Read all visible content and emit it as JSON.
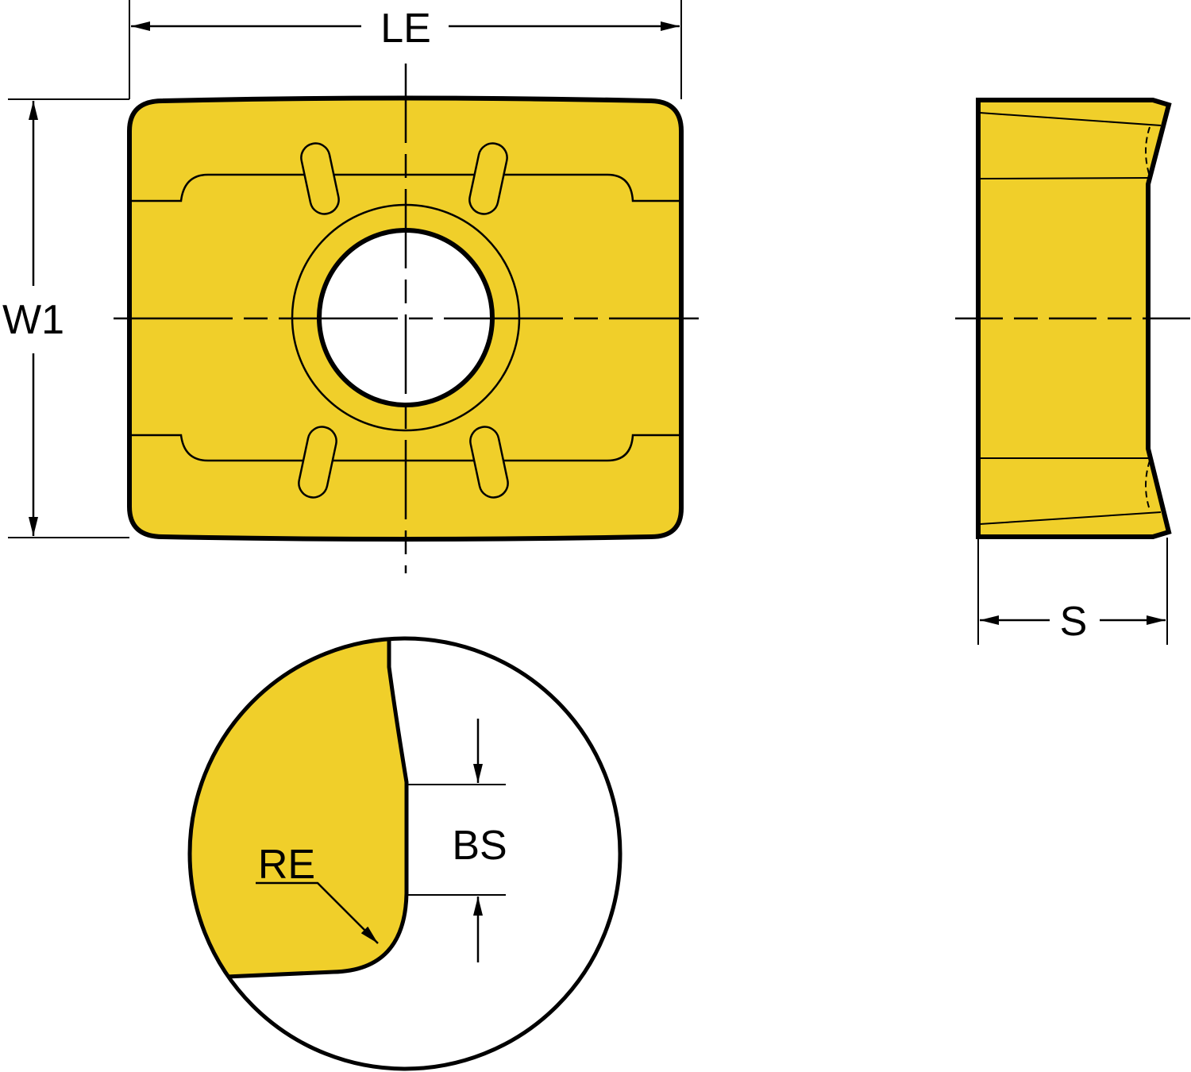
{
  "colors": {
    "insert_fill": "#F0CF2A",
    "line": "#000000",
    "background": "#FFFFFF"
  },
  "labels": {
    "le": "LE",
    "w1": "W1",
    "s": "S",
    "bs": "BS",
    "re": "RE"
  }
}
